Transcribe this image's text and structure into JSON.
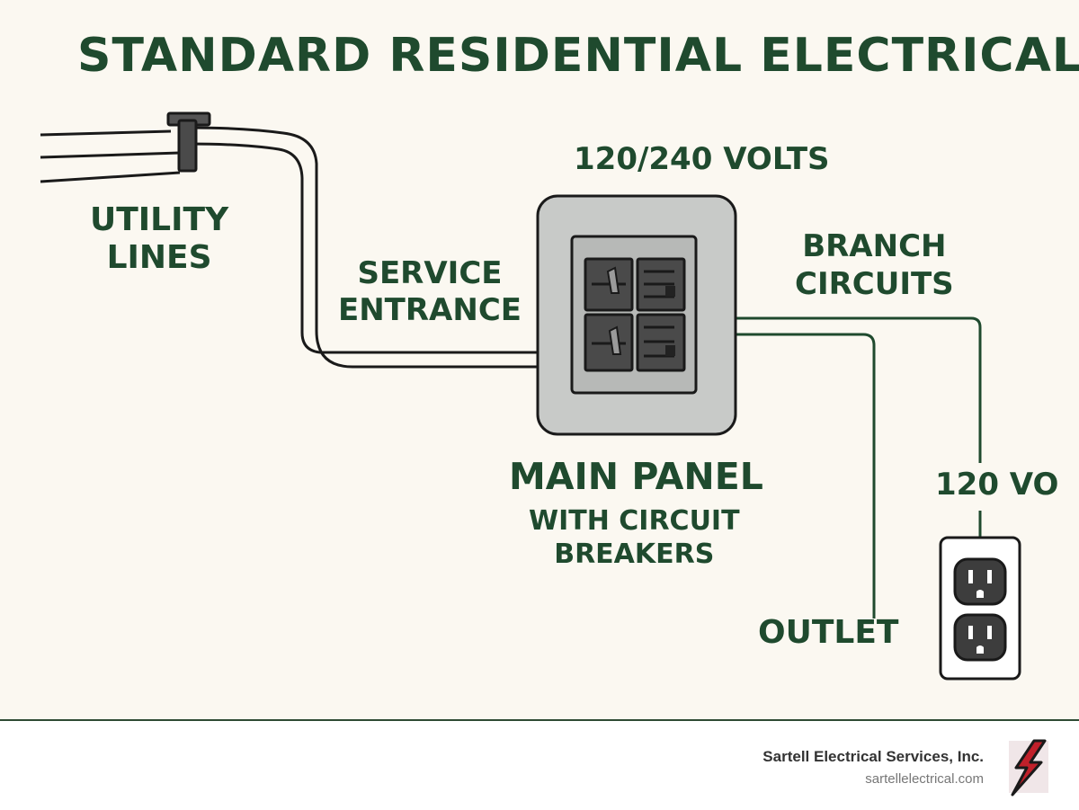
{
  "title": "STANDARD RESIDENTIAL ELECTRICAL WIRIN",
  "labels": {
    "utility_lines": "UTILITY\nLINES",
    "service_entrance": "SERVICE\nENTRANCE",
    "panel_voltage": "120/240 VOLTS",
    "branch_circuits": "BRANCH\nCIRCUITS",
    "main_panel": "MAIN PANEL",
    "main_panel_sub": "WITH CIRCUIT\nBREAKERS",
    "outlet": "OUTLET",
    "outlet_voltage": "120 VO"
  },
  "footer": {
    "company": "Sartell Electrical Services, Inc.",
    "website": "sartellelectrical.com"
  },
  "colors": {
    "text_green": "#1f4a2e",
    "background": "#fbf8f1",
    "panel_gray": "#c8cac8",
    "outline": "#1a1a1a",
    "logo_red": "#c0202a"
  },
  "icons": [
    "utility-pole-icon",
    "breaker-icon",
    "receptacle-icon",
    "lightning-bolt-logo-icon"
  ]
}
